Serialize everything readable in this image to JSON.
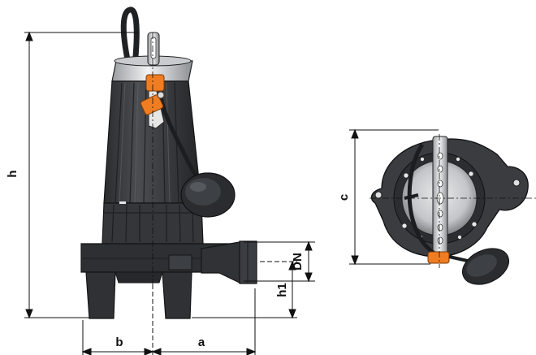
{
  "dimensions": {
    "h": "h",
    "b": "b",
    "a": "a",
    "DN": "DN",
    "h1": "h1",
    "c": "c"
  },
  "colors": {
    "pump_body": "#3a3c3f",
    "pump_dark": "#26282a",
    "pump_light": "#55585c",
    "steel": "#d7d9dc",
    "orange": "#f07d22",
    "line": "#111111"
  }
}
